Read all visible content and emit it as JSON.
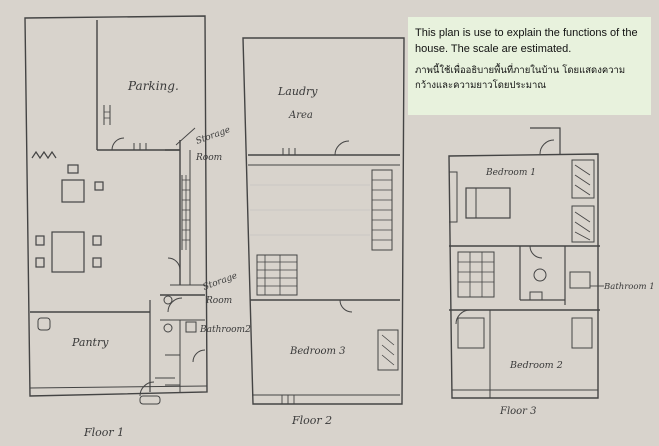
{
  "note": {
    "english": "This plan is use to explain the functions of the house. The scale are estimated.",
    "thai": "ภาพนี้ใช้เพื่ออธิบายพื้นที่ภายในบ้าน โดยแสดงความกว้างและความยาวโดยประมาณ"
  },
  "floor1": {
    "title": "Floor 1",
    "rooms": {
      "parking": "Parking.",
      "storage_room_top_line1": "Storage",
      "storage_room_top_line2": "Room",
      "storage_room_bottom_line1": "Storage",
      "storage_room_bottom_line2": "Room",
      "bathroom": "Bathroom2",
      "pantry": "Pantry"
    }
  },
  "floor2": {
    "title": "Floor 2",
    "rooms": {
      "laundry_line1": "Laudry",
      "laundry_line2": "Area",
      "bedroom": "Bedroom 3"
    }
  },
  "floor3": {
    "title": "Floor 3",
    "rooms": {
      "bedroom1": "Bedroom 1",
      "bathroom": "Bathroom 1",
      "bedroom2": "Bedroom 2"
    }
  }
}
